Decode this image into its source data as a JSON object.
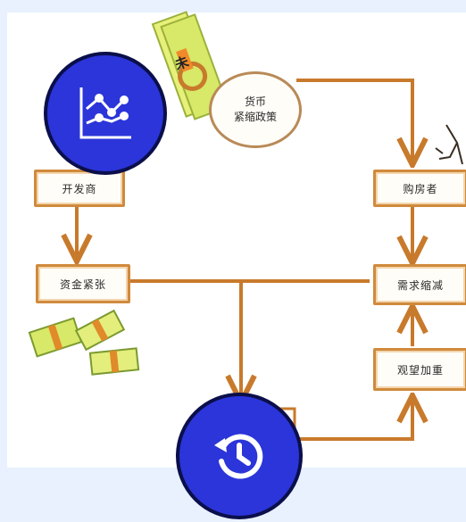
{
  "diagram": {
    "ellipse": {
      "line1": "货币",
      "line2": "紧缩政策"
    },
    "nodes": {
      "developer": "开发商",
      "buyer": "购房者",
      "funds_tight": "资金紧张",
      "demand_down": "需求缩减",
      "wait_and_see": "观望加重"
    },
    "money_note": "未"
  },
  "buttons": {
    "chart_icon": "chart-icon",
    "history_icon": "history-icon"
  },
  "colors": {
    "arrow": "#c87a2c",
    "fab_fill": "#2b35d9",
    "fab_border": "#0b0f4a",
    "background": "#e8f1fd"
  }
}
